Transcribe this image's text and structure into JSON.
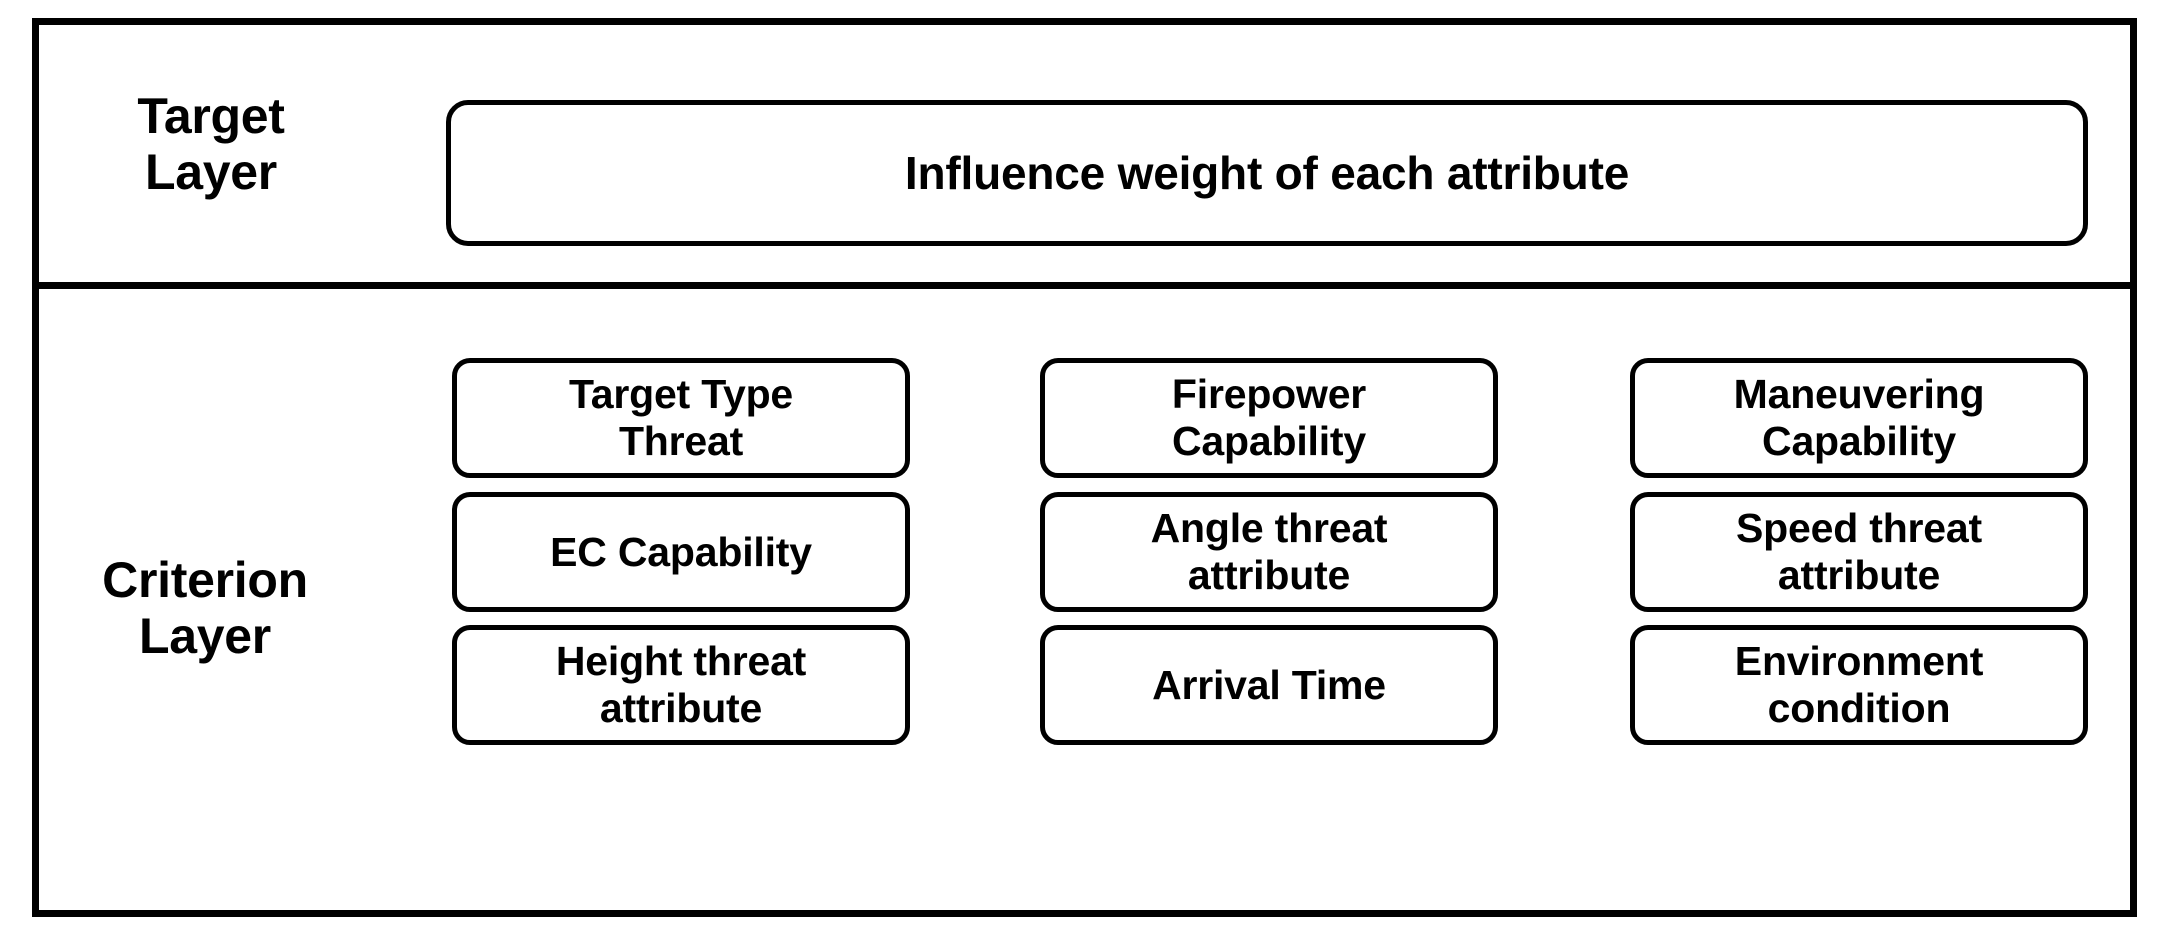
{
  "diagram": {
    "title_absent": true,
    "colors": {
      "stroke": "#000000",
      "background": "#ffffff",
      "text": "#000000"
    },
    "layers": [
      {
        "id": "target-layer",
        "label": "Target\nLayer",
        "label_line1": "Target",
        "label_line2": "Layer",
        "nodes": [
          {
            "id": "influence-weight",
            "label": "Influence weight of each attribute"
          }
        ]
      },
      {
        "id": "criterion-layer",
        "label": "Criterion\nLayer",
        "label_line1": "Criterion",
        "label_line2": "Layer",
        "columns": [
          {
            "id": "column-1",
            "nodes": [
              {
                "id": "target-type-threat",
                "label_line1": "Target Type",
                "label_line2": "Threat"
              },
              {
                "id": "ec-capability",
                "label_line1": "EC Capability",
                "label_line2": ""
              },
              {
                "id": "height-threat-attribute",
                "label_line1": "Height threat",
                "label_line2": "attribute"
              }
            ]
          },
          {
            "id": "column-2",
            "nodes": [
              {
                "id": "firepower-capability",
                "label_line1": "Firepower",
                "label_line2": "Capability"
              },
              {
                "id": "angle-threat-attribute",
                "label_line1": "Angle threat",
                "label_line2": "attribute"
              },
              {
                "id": "arrival-time",
                "label_line1": "Arrival Time",
                "label_line2": ""
              }
            ]
          },
          {
            "id": "column-3",
            "nodes": [
              {
                "id": "maneuvering-capability",
                "label_line1": "Maneuvering",
                "label_line2": "Capability"
              },
              {
                "id": "speed-threat-attribute",
                "label_line1": "Speed threat",
                "label_line2": "attribute"
              },
              {
                "id": "environment-condition",
                "label_line1": "Environment",
                "label_line2": "condition"
              }
            ]
          }
        ]
      }
    ]
  }
}
